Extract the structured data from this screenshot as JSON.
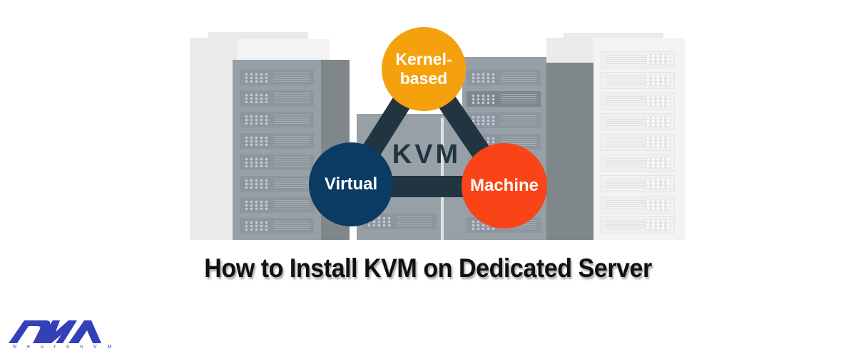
{
  "diagram": {
    "center_label": "KVM",
    "nodes": [
      {
        "label": "Kernel-\nbased",
        "line1": "Kernel-",
        "line2": "based",
        "color": "#f5a10e"
      },
      {
        "label": "Virtual",
        "color": "#0b3b63"
      },
      {
        "label": "Machine",
        "color": "#f84416"
      }
    ],
    "connector_color": "#213540"
  },
  "title": "How to Install KVM on Dedicated Server",
  "logo": {
    "brand": "NeuronVM",
    "color": "#3340b8"
  }
}
